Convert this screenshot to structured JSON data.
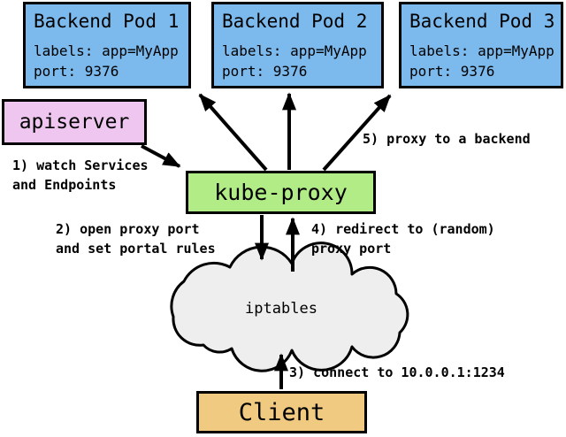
{
  "colors": {
    "pod_fill": "#7cb9ec",
    "apiserver_fill": "#eec6f0",
    "kube_proxy_fill": "#b1ec87",
    "client_fill": "#f0ca80",
    "cloud_fill": "#eeeeee",
    "line": "#000000",
    "background": "#ffffff"
  },
  "pods": [
    {
      "title": "Backend Pod 1",
      "labels_line": "labels: app=MyApp",
      "port_line": "port: 9376"
    },
    {
      "title": "Backend Pod 2",
      "labels_line": "labels: app=MyApp",
      "port_line": "port: 9376"
    },
    {
      "title": "Backend Pod 3",
      "labels_line": "labels: app=MyApp",
      "port_line": "port: 9376"
    }
  ],
  "apiserver": {
    "label": "apiserver"
  },
  "kube_proxy": {
    "label": "kube-proxy"
  },
  "cloud": {
    "label": "iptables"
  },
  "client": {
    "label": "Client"
  },
  "annotations": {
    "step1": {
      "line1": "1) watch Services",
      "line2": "and Endpoints"
    },
    "step2": {
      "line1": "2) open proxy port",
      "line2": "and set portal rules"
    },
    "step3": {
      "line1": "3) connect to 10.0.0.1:1234"
    },
    "step4": {
      "line1": "4) redirect to (random)",
      "line2": "proxy port"
    },
    "step5": {
      "line1": "5) proxy to a backend"
    }
  }
}
